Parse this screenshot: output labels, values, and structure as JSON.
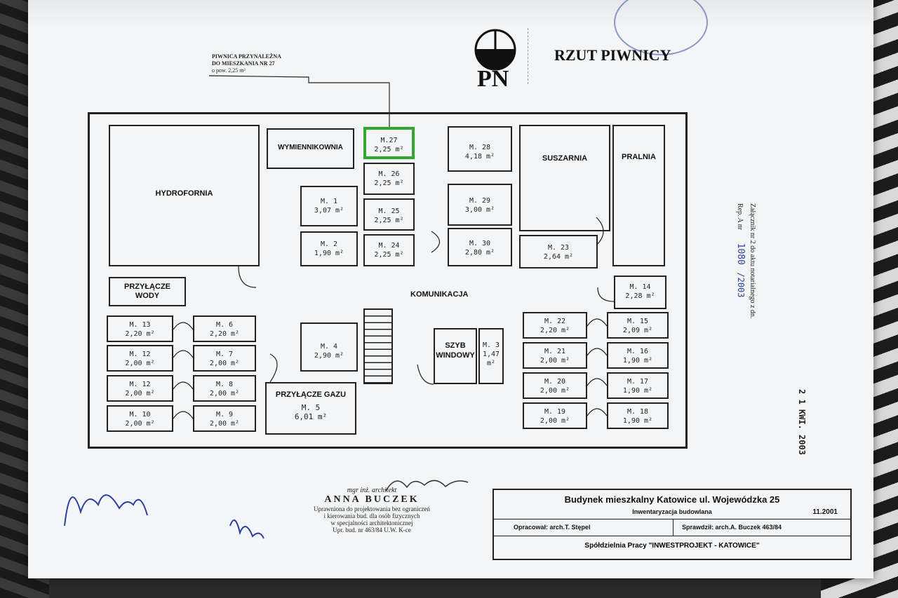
{
  "header": {
    "symbol_label": "PN",
    "title": "RZUT PIWNICY",
    "callout_line1": "PIWNICA PRZYNALEŻNA",
    "callout_line2": "DO MIESZKANIA NR 27",
    "callout_line3": "o pow. 2,25 m²"
  },
  "rooms": {
    "hydroforni": "HYDROFORNIA",
    "wymiennik": "WYMIENNIKOWNIA",
    "suszarnia": "SUSZARNIA",
    "pralnia": "PRALNIA",
    "komunikacja": "KOMUNIKACJA",
    "przylacze_wody_1": "PRZYŁĄCZE",
    "przylacze_wody_2": "WODY",
    "szyb_1": "SZYB",
    "szyb_2": "WINDOWY",
    "przylacze_gazu": "PRZYŁĄCZE GAZU"
  },
  "units": {
    "m1": {
      "name": "M. 1",
      "area": "3,07 m²"
    },
    "m2": {
      "name": "M. 2",
      "area": "1,90 m²"
    },
    "m3": {
      "name": "M. 3",
      "area": "1,47 m²"
    },
    "m4": {
      "name": "M. 4",
      "area": "2,90 m²"
    },
    "m5": {
      "name": "M. 5",
      "area": "6,01 m²"
    },
    "m6": {
      "name": "M. 6",
      "area": "2,20 m²"
    },
    "m7": {
      "name": "M. 7",
      "area": "2,00 m²"
    },
    "m8": {
      "name": "M. 8",
      "area": "2,00 m²"
    },
    "m9": {
      "name": "M. 9",
      "area": "2,00 m²"
    },
    "m10": {
      "name": "M. 10",
      "area": "2,00 m²"
    },
    "m11": {
      "name": "M. 12",
      "area": "2,00 m²"
    },
    "m12": {
      "name": "M. 12",
      "area": "2,00 m²"
    },
    "m13": {
      "name": "M. 13",
      "area": "2,20 m²"
    },
    "m14": {
      "name": "M. 14",
      "area": "2,28 m²"
    },
    "m15": {
      "name": "M. 15",
      "area": "2,09 m²"
    },
    "m16": {
      "name": "M. 16",
      "area": "1,90 m²"
    },
    "m17": {
      "name": "M. 17",
      "area": "1,90 m²"
    },
    "m18": {
      "name": "M. 18",
      "area": "1,90 m²"
    },
    "m19": {
      "name": "M. 19",
      "area": "2,00 m²"
    },
    "m20": {
      "name": "M. 20",
      "area": "2,00 m²"
    },
    "m21": {
      "name": "M. 21",
      "area": "2,00 m²"
    },
    "m22": {
      "name": "M. 22",
      "area": "2,20 m²"
    },
    "m23": {
      "name": "M. 23",
      "area": "2,64 m²"
    },
    "m24": {
      "name": "M. 24",
      "area": "2,25 m²"
    },
    "m25": {
      "name": "M. 25",
      "area": "2,25 m²"
    },
    "m26": {
      "name": "M. 26",
      "area": "2,25 m²"
    },
    "m27": {
      "name": "M.27",
      "area": "2,25 m²"
    },
    "m28": {
      "name": "M. 28",
      "area": "4,18 m²"
    },
    "m29": {
      "name": "M. 29",
      "area": "3,00 m²"
    },
    "m30": {
      "name": "M. 30",
      "area": "2,80 m²"
    }
  },
  "side_note": {
    "line1": "Załącznik nr 2 do aktu notarialnego z dn.",
    "line2": "Rep. A nr",
    "rep_number": "1080",
    "year": "/2003",
    "date_stamp": "2 1 KWI. 2003"
  },
  "architect": {
    "prefix": "mgr inż. architekt",
    "name": "ANNA BUCZEK",
    "l1": "Uprawniona do projektowania bez ograniczeń",
    "l2": "i kierowania bud. dla osób fizycznych",
    "l3": "w specjalności architektonicznej",
    "l4": "Upr. bud. nr 463/84 U.W. K-ce"
  },
  "title_block": {
    "building": "Budynek mieszkalny Katowice ul. Wojewódzka 25",
    "subtitle": "Inwentaryzacja budowlana",
    "date": "11.2001",
    "prepared": "Opracował: arch.T. Stępel",
    "checked": "Sprawdził: arch.A. Buczek  463/84",
    "company": "Spółdzielnia Pracy \"INWESTPROJEKT - KATOWICE\""
  },
  "colors": {
    "highlight": "#2fa82f",
    "ink": "#222222",
    "pen_blue": "#2a3fa0",
    "paper": "#f4f5f6"
  }
}
